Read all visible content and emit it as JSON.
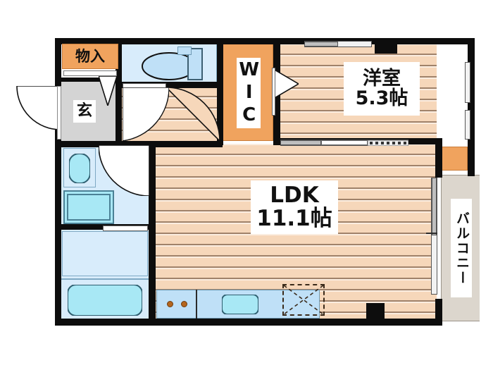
{
  "plan": {
    "type": "apartment-floor-plan",
    "layout_code": "1LDK",
    "orientation_note": "",
    "rooms": [
      {
        "id": "washitsu",
        "label": "洋室",
        "size": "5.3帖",
        "kind": "bedroom"
      },
      {
        "id": "ldk",
        "label": "LDK",
        "size": "11.1帖",
        "kind": "living-dining-kitchen"
      },
      {
        "id": "wic",
        "label": "WIC",
        "size": "",
        "kind": "walk-in-closet"
      },
      {
        "id": "balcony",
        "label": "バルコニー",
        "size": "",
        "kind": "balcony"
      },
      {
        "id": "genkan",
        "label": "玄",
        "size": "",
        "kind": "entrance"
      },
      {
        "id": "monoire",
        "label": "物入",
        "size": "",
        "kind": "storage-closet"
      }
    ],
    "fixtures": [
      {
        "id": "toilet",
        "name": "toilet-fixture"
      },
      {
        "id": "toilet-tank",
        "name": "toilet-tank"
      },
      {
        "id": "vanity-basin",
        "name": "vanity-basin"
      },
      {
        "id": "washer-space",
        "name": "washing-machine-space"
      },
      {
        "id": "bathtub",
        "name": "bathtub"
      },
      {
        "id": "kitchen-sink",
        "name": "kitchen-sink"
      },
      {
        "id": "stove",
        "name": "two-burner-stove"
      },
      {
        "id": "fridge-space",
        "name": "refrigerator-space"
      }
    ],
    "colors": {
      "wall": "#0d0d0d",
      "floor_wood": "#f6d7ba",
      "closet_orange": "#f0a35e",
      "water_light": "#d8ecfb",
      "water_mid": "#bfe0f7",
      "water_deep": "#a8e8f5",
      "balcony_grey": "#dcd6cd",
      "entrance_grey": "#d4d4d4"
    }
  },
  "labels": {
    "monoire": "物入",
    "genkan": "玄",
    "wic": "WIC",
    "bedroom_name": "洋室",
    "bedroom_size": "5.3帖",
    "ldk_name": "LDK",
    "ldk_size": "11.1帖",
    "balcony": "バルコニー"
  }
}
